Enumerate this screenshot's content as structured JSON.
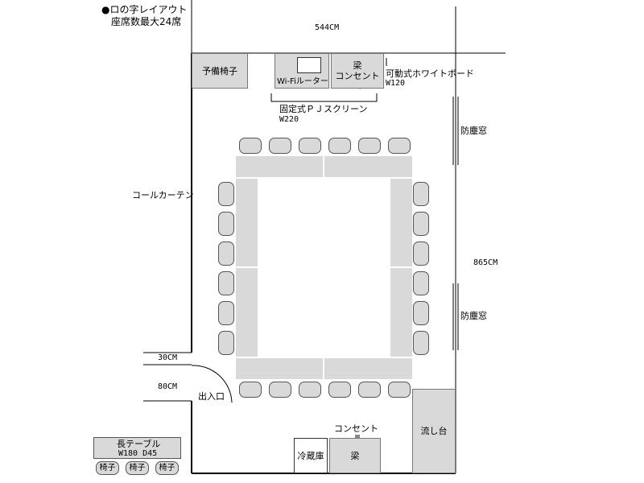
{
  "title": {
    "line1": "●ロの字レイアウト",
    "line2": "座席数最大24席"
  },
  "dimensions": {
    "width": "544CM",
    "height": "865CM",
    "gap_top": "30CM",
    "gap_bottom": "80CM"
  },
  "fixtures": {
    "spare_chairs": "予備椅子",
    "wifi_router": "Wi-Fiルーター",
    "beam_outlet": "梁\nコンセント",
    "whiteboard": "可動式ホワイトボード",
    "whiteboard_width": "W120",
    "screen": "固定式ＰＪスクリーン",
    "screen_width": "W220",
    "window_top": "防塵窓",
    "window_bottom": "防塵窓",
    "curtain": "コールカーテン",
    "entrance": "出入口",
    "outlet": "コンセント",
    "fridge": "冷蔵庫",
    "beam_bottom": "梁",
    "sink": "流し台"
  },
  "legend": {
    "table_label": "長テーブル",
    "table_size": "W180 D45",
    "chair_label": "椅子",
    "chairs": [
      "椅子",
      "椅子",
      "椅子"
    ]
  }
}
